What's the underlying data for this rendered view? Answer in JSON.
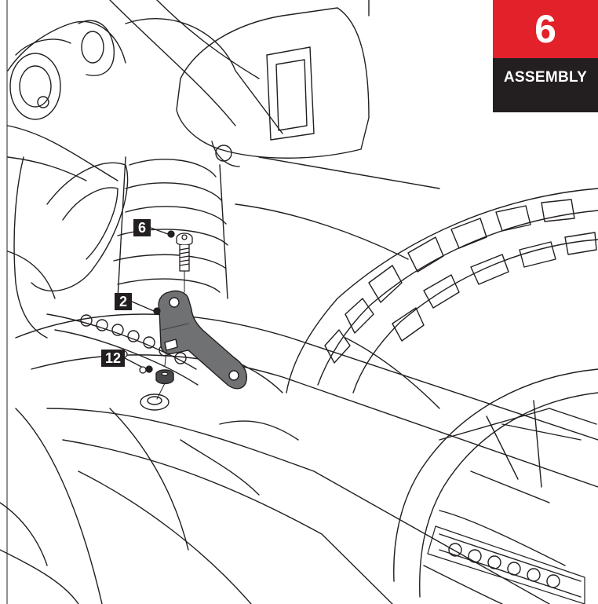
{
  "step": {
    "number": "6",
    "title": "ASSEMBLY"
  },
  "callouts": [
    {
      "label": "6",
      "part": "bolt"
    },
    {
      "label": "2",
      "part": "bracket"
    },
    {
      "label": "12",
      "part": "spacer"
    }
  ],
  "colors": {
    "badge_red": "#e3212b",
    "badge_dark": "#231f20",
    "bracket_gray": "#707173",
    "line_art": "#231f20"
  }
}
